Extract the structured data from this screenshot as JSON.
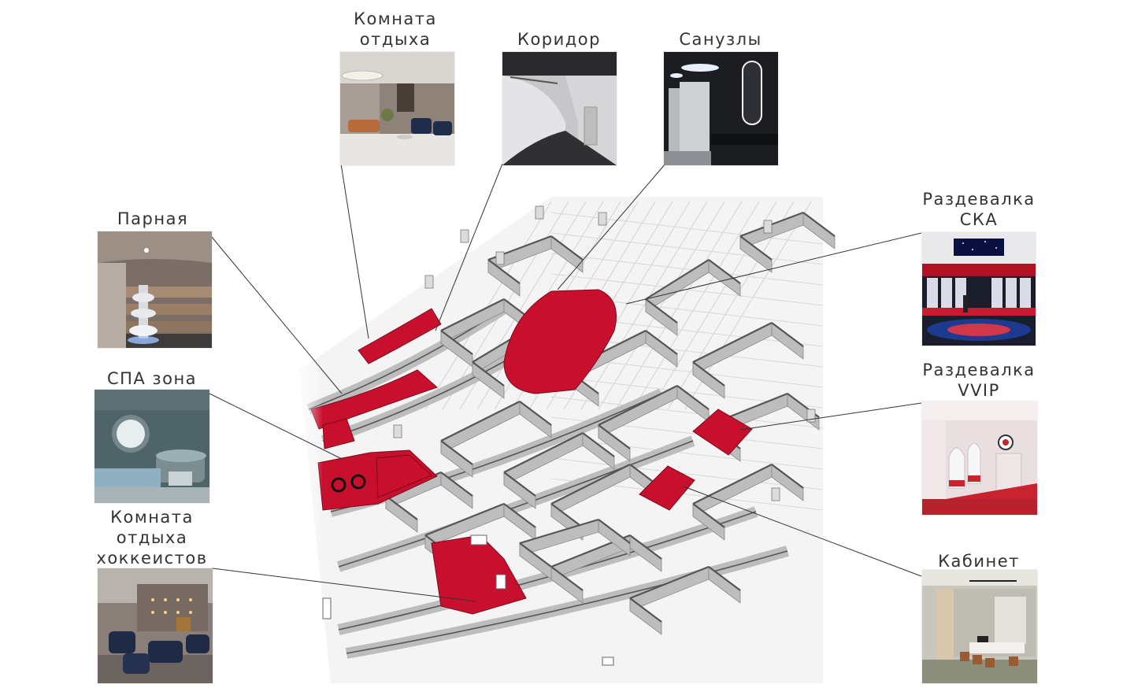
{
  "colors": {
    "accent": "#c8102e",
    "wall_top": "#ffffff",
    "wall_side": "#bdbdbd",
    "floor": "#f4f4f4",
    "leader": "#333333"
  },
  "zones": [
    {
      "key": "rest_room",
      "label": [
        "Комната",
        "отдыха"
      ],
      "icon": "lounge-photo"
    },
    {
      "key": "corridor",
      "label": [
        "Коридор"
      ],
      "icon": "corridor-photo"
    },
    {
      "key": "restrooms",
      "label": [
        "Санузлы"
      ],
      "icon": "restroom-photo"
    },
    {
      "key": "steam_room",
      "label": [
        "Парная"
      ],
      "icon": "sauna-photo"
    },
    {
      "key": "spa",
      "label": [
        "СПА зона"
      ],
      "icon": "spa-photo"
    },
    {
      "key": "players_rest",
      "label": [
        "Комната",
        "отдыха",
        "хоккеистов"
      ],
      "icon": "players-lounge-photo"
    },
    {
      "key": "ska_locker",
      "label": [
        "Раздевалка",
        "СКА"
      ],
      "icon": "locker-room-photo"
    },
    {
      "key": "vvip_locker",
      "label": [
        "Раздевалка",
        "VVIP"
      ],
      "icon": "vip-locker-photo"
    },
    {
      "key": "office",
      "label": [
        "Кабинет"
      ],
      "icon": "office-photo"
    }
  ]
}
